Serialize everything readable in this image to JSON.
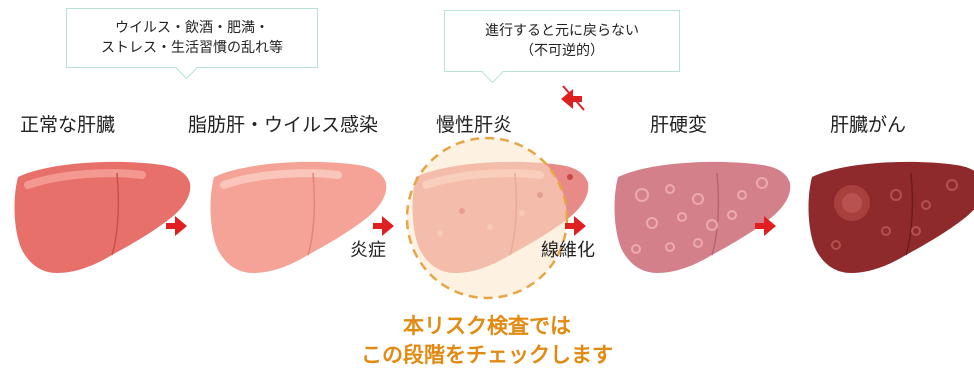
{
  "causes_callout": {
    "line1": "ウイルス・飲酒・肥満・",
    "line2": "ストレス・生活習慣の乱れ等"
  },
  "irreversible_callout": {
    "line1": "進行すると元に戻らない",
    "line2": "（不可逆的）"
  },
  "stages": [
    {
      "label": "正常な肝臓",
      "color": "#e8706a"
    },
    {
      "label": "脂肪肝・ウイルス感染",
      "color": "#f4a396"
    },
    {
      "label": "慢性肝炎",
      "color": "#e88a88"
    },
    {
      "label": "肝硬変",
      "color": "#d4808a"
    },
    {
      "label": "肝臓がん",
      "color": "#8e2a2c"
    }
  ],
  "transitions": {
    "inflammation": "炎症",
    "fibrosis": "線維化"
  },
  "check_note": {
    "line1": "本リスク検査では",
    "line2": "この段階をチェックします"
  },
  "colors": {
    "arrow": "#e02020",
    "highlight": "#e8a545",
    "callout_border": "#b9e3d8"
  }
}
